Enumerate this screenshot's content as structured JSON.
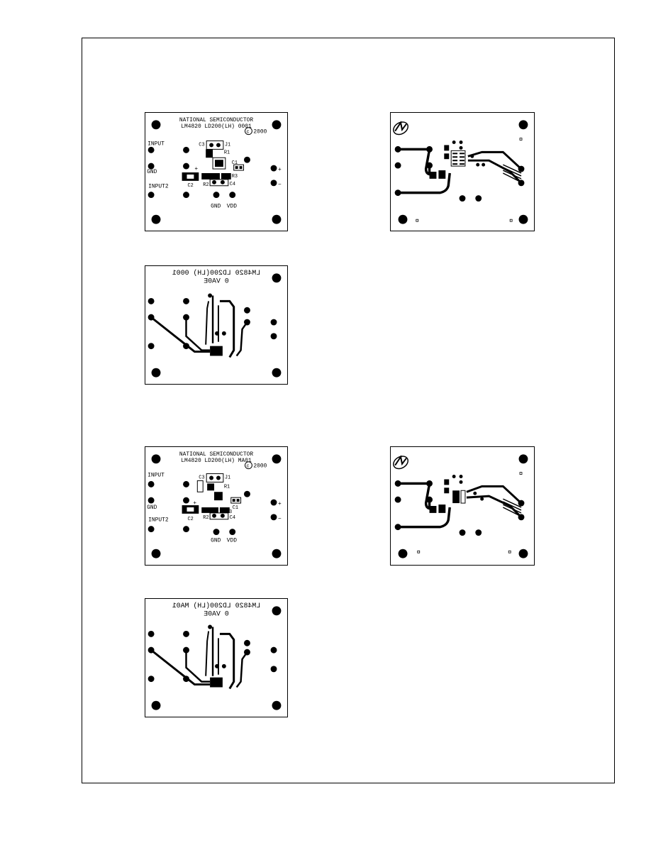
{
  "boards": {
    "a_silk": {
      "title1": "NATIONAL SEMICONDUCTOR",
      "title2": "LM4820 LD200(LH) 0001",
      "copyright": "2000",
      "input1": "INPUT",
      "gnd": "GND",
      "input2": "INPUT2",
      "c3": "C3",
      "j1": "J1",
      "r1": "R1",
      "c1": "C1",
      "c2": "C2",
      "r2": "R2",
      "r3": "R3",
      "c4": "C4",
      "plus": "+",
      "minus": "−",
      "bottom_gnd": "GND",
      "bottom_vdd": "VDD"
    },
    "a_bottom": {
      "mirror1": "LM4820 LD200(LH) 0001",
      "mirror2": "0 VA0E"
    },
    "b_silk": {
      "title1": "NATIONAL SEMICONDUCTOR",
      "title2": "LM4820 LD200(LH) MA01",
      "copyright": "2000",
      "input1": "INPUT",
      "gnd": "GND",
      "input2": "INPUT2",
      "c3": "C3",
      "j1": "J1",
      "r1": "R1",
      "c1": "C1",
      "c2": "C2",
      "r2": "R2",
      "r3": "R3",
      "c4": "C4",
      "plus": "+",
      "minus": "−",
      "bottom_gnd": "GND",
      "bottom_vdd": "VDD"
    },
    "b_bottom": {
      "mirror1": "LM4820 LD200(LH) MA01",
      "mirror2": "0 VA0E"
    }
  }
}
